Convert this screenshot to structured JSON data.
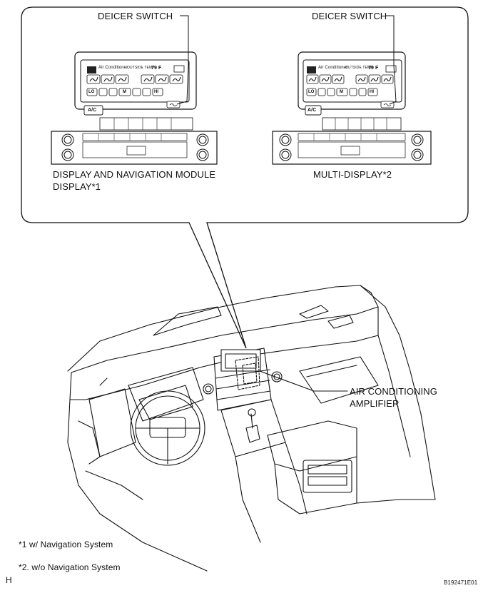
{
  "callout": {
    "deicer_left": "DEICER SWITCH",
    "deicer_right": "DEICER SWITCH",
    "left_caption_line1": "DISPLAY AND NAVIGATION MODULE",
    "left_caption_line2": "DISPLAY*1",
    "right_caption": "MULTI-DISPLAY*2"
  },
  "panel": {
    "screen_title": "Air Conditioner",
    "outside_temp_label": "OUTSIDE TEMP",
    "temp_left": "79 F",
    "temp_right": "79 F",
    "btn_lo": "LO",
    "btn_m": "M",
    "btn_hi": "HI",
    "btn_ac": "A/C"
  },
  "vehicle": {
    "amp_line1": "AIR CONDITIONING",
    "amp_line2": "AMPLIFIER"
  },
  "footnotes": {
    "note1": "*1  w/ Navigation System",
    "note2": "*2. w/o Navigation System"
  },
  "page": {
    "corner_letter": "H",
    "figure_id": "B192471E01"
  },
  "colors": {
    "line": "#111111",
    "paper": "#ffffff"
  }
}
